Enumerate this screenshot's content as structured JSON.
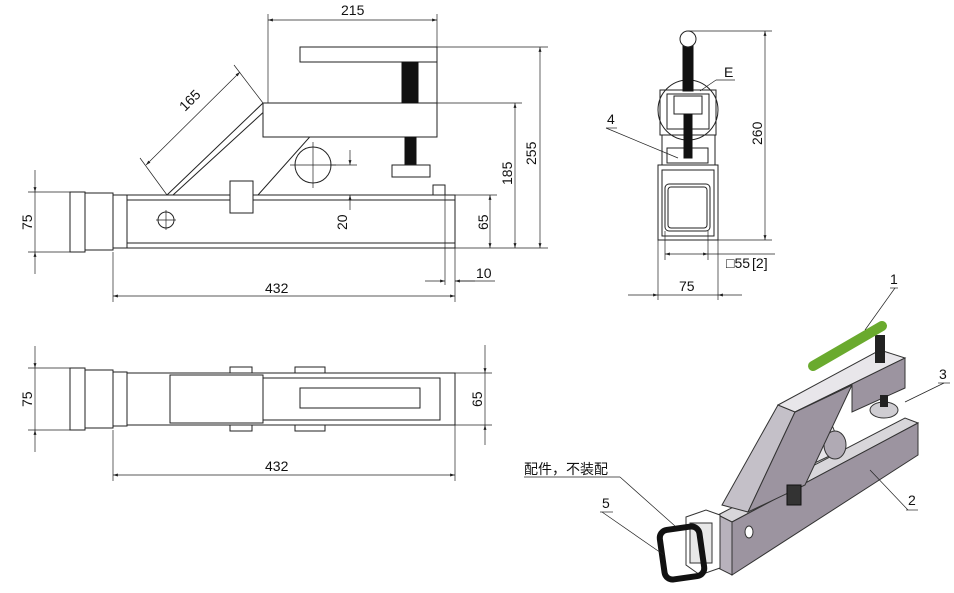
{
  "side_view": {
    "dims": {
      "top_width": "215",
      "arm_length": "165",
      "total_height": "255",
      "arm_height": "185",
      "tube_height": "65",
      "pin_offset": "20",
      "receiver_height": "75",
      "length": "432",
      "end_offset": "10"
    }
  },
  "top_view": {
    "dims": {
      "receiver_height": "75",
      "tube_width": "65",
      "length": "432"
    }
  },
  "front_view": {
    "dims": {
      "height": "260",
      "inner_square": "□55",
      "inner_square_note": "[2]",
      "width": "75"
    },
    "detail_label": "E",
    "callout_4": "4"
  },
  "iso_view": {
    "callouts": {
      "handle": "1",
      "body": "2",
      "pad": "3",
      "ring": "5"
    },
    "note": "配件，不装配",
    "handle_color": "#6aaa2e",
    "body_color": "#9c94a0"
  }
}
